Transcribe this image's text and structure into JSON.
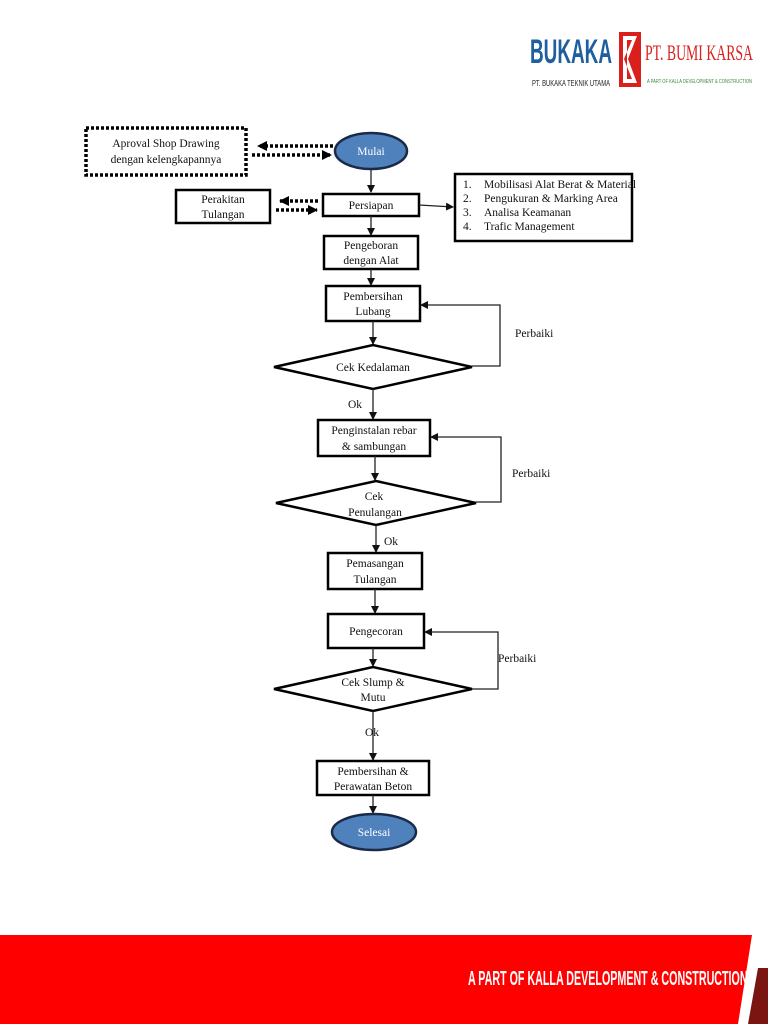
{
  "header": {
    "logo_left": {
      "name": "BUKAKA",
      "subtitle": "PT. BUKAKA TEKNIK UTAMA",
      "color": "#1f5f9e"
    },
    "logo_right": {
      "name": "PT. BUMI KARSA",
      "subtitle": "A PART OF KALLA DEVELOPMENT & CONSTRUCTION",
      "color": "#d9201c",
      "subtitle_color": "#3a8a3a"
    }
  },
  "flowchart": {
    "start": "Mulai",
    "end": "Selesai",
    "approval": [
      "Aproval Shop Drawing",
      "dengan kelengkapannya"
    ],
    "perakitan": [
      "Perakitan",
      "Tulangan"
    ],
    "persiapan": "Persiapan",
    "persiapan_list": [
      "1.",
      "Mobilisasi Alat Berat & Material",
      "2.",
      "Pengukuran & Marking Area",
      "3.",
      "Analisa Keamanan",
      "4.",
      "Trafic Management"
    ],
    "pengeboran": [
      "Pengeboran",
      "dengan Alat"
    ],
    "pembersihan_lubang": [
      "Pembersihan",
      "Lubang"
    ],
    "cek_kedalaman": "Cek Kedalaman",
    "penginstalan": [
      "Penginstalan rebar",
      "& sambungan"
    ],
    "cek_penulangan": [
      "Cek",
      "Penulangan"
    ],
    "pemasangan": [
      "Pemasangan",
      "Tulangan"
    ],
    "pengecoran": "Pengecoran",
    "cek_slump": [
      "Cek Slump &",
      "Mutu"
    ],
    "pembersihan_perawatan": [
      "Pembersihan &",
      "Perawatan Beton"
    ],
    "ok_label": "Ok",
    "perbaiki_label": "Perbaiki",
    "ellipse_color": "#4f81bd"
  },
  "footer": {
    "text": "A PART OF KALLA DEVELOPMENT & CONSTRUCTION",
    "color": "#ff0000",
    "shadow_color": "#7a1512"
  }
}
